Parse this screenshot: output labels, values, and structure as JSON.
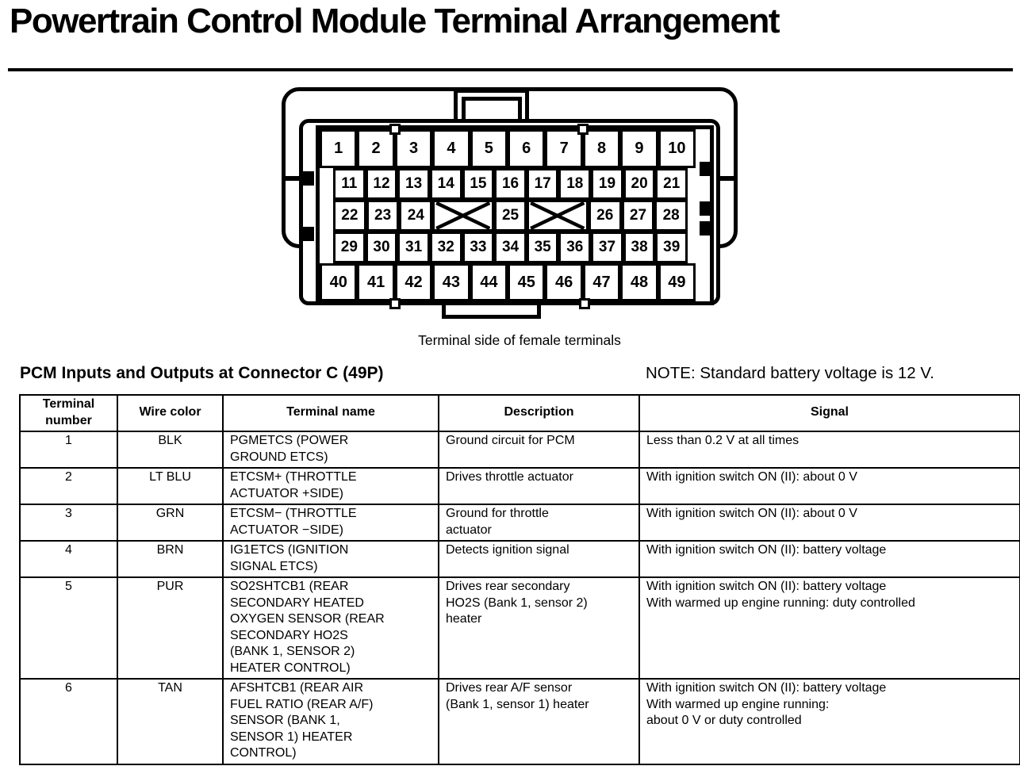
{
  "title": "Powertrain Control Module Terminal Arrangement",
  "section_heading": "PCM Inputs and Outputs at Connector C (49P)",
  "note": "NOTE: Standard battery voltage is 12 V.",
  "colors": {
    "ink": "#000000",
    "paper": "#ffffff"
  },
  "connector": {
    "caption": "Terminal side of female terminals",
    "rows": [
      {
        "wide": true,
        "cells": [
          {
            "label": "1"
          },
          {
            "label": "2"
          },
          {
            "label": "3"
          },
          {
            "label": "4"
          },
          {
            "label": "5"
          },
          {
            "label": "6"
          },
          {
            "label": "7"
          },
          {
            "label": "8"
          },
          {
            "label": "9"
          },
          {
            "label": "10"
          }
        ]
      },
      {
        "wide": false,
        "cells": [
          {
            "label": "11"
          },
          {
            "label": "12"
          },
          {
            "label": "13"
          },
          {
            "label": "14"
          },
          {
            "label": "15"
          },
          {
            "label": "16"
          },
          {
            "label": "17"
          },
          {
            "label": "18"
          },
          {
            "label": "19"
          },
          {
            "label": "20"
          },
          {
            "label": "21"
          }
        ]
      },
      {
        "wide": false,
        "cells": [
          {
            "label": "22"
          },
          {
            "label": "23"
          },
          {
            "label": "24"
          },
          {
            "blocked": true,
            "span": 2
          },
          {
            "label": "25"
          },
          {
            "blocked": true,
            "span": 2
          },
          {
            "label": "26"
          },
          {
            "label": "27"
          },
          {
            "label": "28"
          }
        ]
      },
      {
        "wide": false,
        "cells": [
          {
            "label": "29"
          },
          {
            "label": "30"
          },
          {
            "label": "31"
          },
          {
            "label": "32"
          },
          {
            "label": "33"
          },
          {
            "label": "34"
          },
          {
            "label": "35"
          },
          {
            "label": "36"
          },
          {
            "label": "37"
          },
          {
            "label": "38"
          },
          {
            "label": "39"
          }
        ]
      },
      {
        "wide": true,
        "cells": [
          {
            "label": "40"
          },
          {
            "label": "41"
          },
          {
            "label": "42"
          },
          {
            "label": "43"
          },
          {
            "label": "44"
          },
          {
            "label": "45"
          },
          {
            "label": "46"
          },
          {
            "label": "47"
          },
          {
            "label": "48"
          },
          {
            "label": "49"
          }
        ]
      }
    ]
  },
  "table": {
    "headers": [
      "Terminal\nnumber",
      "Wire color",
      "Terminal name",
      "Description",
      "Signal"
    ],
    "rows": [
      {
        "terminal": "1",
        "wire": "BLK",
        "name": "PGMETCS (POWER\nGROUND ETCS)",
        "desc": "Ground circuit for PCM",
        "signal": "Less than 0.2 V at all times"
      },
      {
        "terminal": "2",
        "wire": "LT BLU",
        "name": "ETCSM+ (THROTTLE\nACTUATOR +SIDE)",
        "desc": "Drives throttle actuator",
        "signal": "With ignition switch ON (II): about 0 V"
      },
      {
        "terminal": "3",
        "wire": "GRN",
        "name": "ETCSM− (THROTTLE\nACTUATOR −SIDE)",
        "desc": "Ground for throttle\nactuator",
        "signal": "With ignition switch ON (II): about 0 V"
      },
      {
        "terminal": "4",
        "wire": "BRN",
        "name": "IG1ETCS (IGNITION\nSIGNAL ETCS)",
        "desc": "Detects ignition signal",
        "signal": "With ignition switch ON (II): battery voltage"
      },
      {
        "terminal": "5",
        "wire": "PUR",
        "name": "SO2SHTCB1 (REAR\nSECONDARY HEATED\nOXYGEN SENSOR (REAR\nSECONDARY HO2S\n(BANK 1, SENSOR 2)\nHEATER CONTROL)",
        "desc": "Drives rear secondary\nHO2S (Bank 1, sensor 2)\nheater",
        "signal": "With ignition switch ON (II): battery voltage\nWith warmed up engine running: duty controlled"
      },
      {
        "terminal": "6",
        "wire": "TAN",
        "name": "AFSHTCB1 (REAR AIR\nFUEL RATIO (REAR A/F)\nSENSOR (BANK 1,\nSENSOR 1) HEATER\nCONTROL)",
        "desc": "Drives rear A/F sensor\n(Bank 1, sensor 1) heater",
        "signal": "With ignition switch ON (II): battery voltage\nWith warmed up engine running:\nabout 0 V or duty controlled"
      }
    ]
  }
}
